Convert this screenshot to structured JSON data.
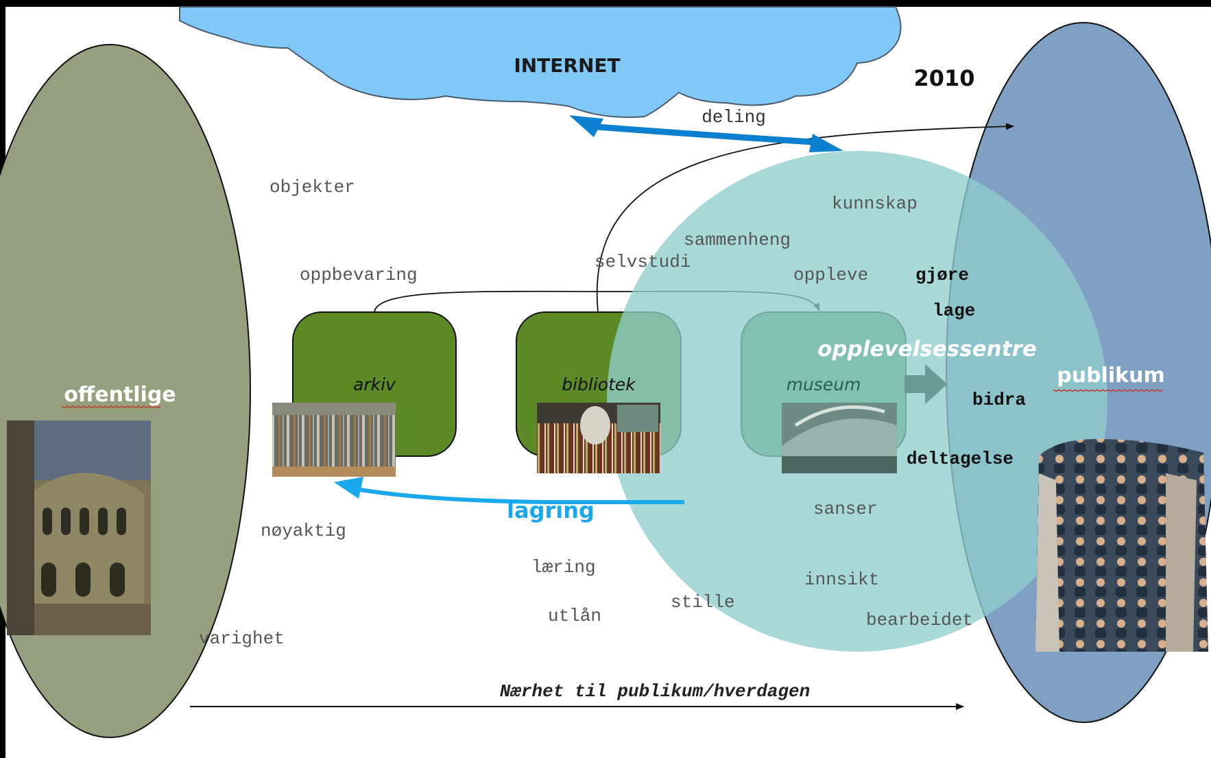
{
  "year": "2010",
  "cloud": {
    "label": "INTERNET"
  },
  "left": {
    "label": "offentlige"
  },
  "right": {
    "label": "publikum"
  },
  "circle": {
    "label": "opplevelsessentre"
  },
  "institutions": {
    "arkiv": "arkiv",
    "bibliotek": "bibliotek",
    "museum": "museum"
  },
  "arrows": {
    "deling": "deling",
    "lagring": "lagring",
    "axis": "Nærhet til publikum/hverdagen"
  },
  "words": {
    "objekter": "objekter",
    "oppbevaring": "oppbevaring",
    "noyaktig": "nøyaktig",
    "varighet": "varighet",
    "laering": "læring",
    "utlan": "utlån",
    "stille": "stille",
    "selvstudi": "selvstudi",
    "sammenheng": "sammenheng",
    "kunnskap": "kunnskap",
    "oppleve": "oppleve",
    "sanser": "sanser",
    "innsikt": "innsikt",
    "bearbeidet": "bearbeidet",
    "gjore": "gjøre",
    "lage": "lage",
    "bidra": "bidra",
    "deltagelse": "deltagelse"
  },
  "colors": {
    "left_ellipse": "#97a07e",
    "right_ellipse": "#7fa0c2",
    "circle": "#8fcdcc",
    "cloud": "#80c8f8",
    "box_green": "#5b8a26",
    "box_museum": "#4a9655",
    "arrow_blue": "#0b7fd0",
    "arrow_cyan": "#1aa8ec"
  }
}
